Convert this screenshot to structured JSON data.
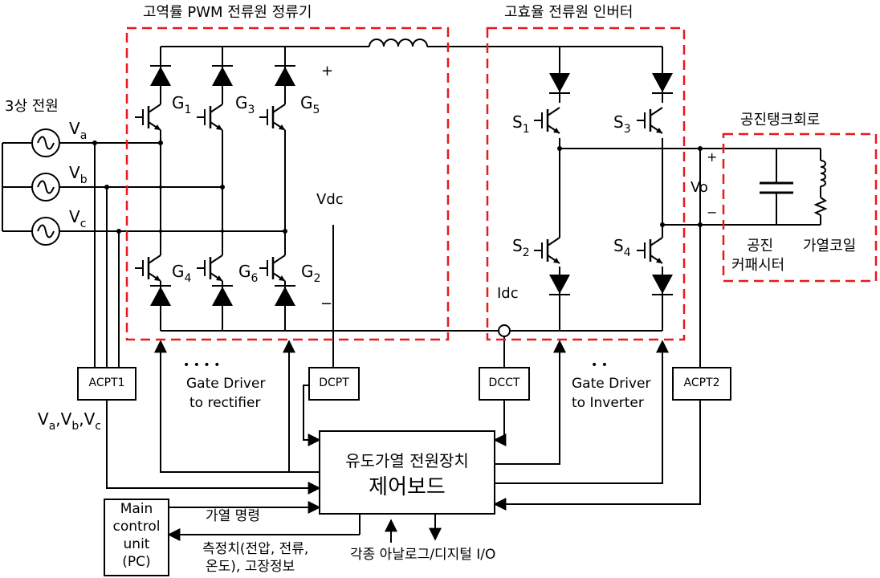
{
  "title_rectifier": "고역률 PWM 전류원 정류기",
  "title_inverter": "고효율 전류원 인버터",
  "title_resonant": "공진탱크회로",
  "source_label": "3상 전원",
  "phase_labels": [
    {
      "main": "V",
      "sub": "a"
    },
    {
      "main": "V",
      "sub": "b"
    },
    {
      "main": "V",
      "sub": "c"
    }
  ],
  "rectifier_gates": [
    {
      "main": "G",
      "sub": "1"
    },
    {
      "main": "G",
      "sub": "3"
    },
    {
      "main": "G",
      "sub": "5"
    },
    {
      "main": "G",
      "sub": "4"
    },
    {
      "main": "G",
      "sub": "6"
    },
    {
      "main": "G",
      "sub": "2"
    }
  ],
  "inverter_switches": [
    {
      "main": "S",
      "sub": "1"
    },
    {
      "main": "S",
      "sub": "3"
    },
    {
      "main": "S",
      "sub": "2"
    },
    {
      "main": "S",
      "sub": "4"
    }
  ],
  "dc_plus": "+",
  "dc_minus": "−",
  "vdc_label": "Vdc",
  "idc_label": "Idc",
  "vo_label": "Vo",
  "vo_plus": "+",
  "vo_minus": "−",
  "capacitor_label_1": "공진",
  "capacitor_label_2": "커패시터",
  "coil_label": "가열코일",
  "acpt1_label": "ACPT1",
  "acpt2_label": "ACPT2",
  "dcpt_label": "DCPT",
  "dcct_label": "DCCT",
  "dots": "•   •   •   •",
  "dots_inverter": "•   •",
  "gate_driver_rect_1": "Gate Driver",
  "gate_driver_rect_2": "to rectifier",
  "gate_driver_inv_1": "Gate  Driver",
  "gate_driver_inv_2": "to  Inverter",
  "vabc": {
    "a": "a",
    "b": "b",
    "c": "c",
    "main": "V"
  },
  "control_board_1": "유도가열 전원장치",
  "control_board_2": "제어보드",
  "main_control_1": "Main",
  "main_control_2": "control",
  "main_control_3": "unit",
  "main_control_4": "(PC)",
  "heating_command": "가열 명령",
  "measurement_1": "측정치(전압, 전류,",
  "measurement_2": "온도), 고장정보",
  "io_label": "각종 아날로그/디지털 I/O",
  "colors": {
    "line": "#000000",
    "dashed_box": "#e8191c"
  }
}
